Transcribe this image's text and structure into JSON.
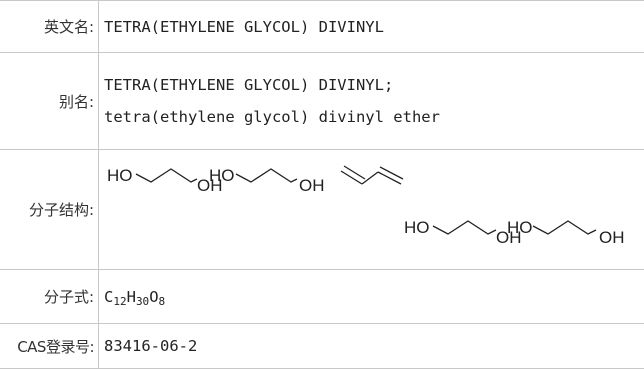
{
  "rows": {
    "english_name": {
      "label": "英文名:",
      "value": "TETRA(ETHYLENE GLYCOL) DIVINYL"
    },
    "synonyms": {
      "label": "别名:",
      "values": [
        "TETRA(ETHYLENE GLYCOL) DIVINYL;",
        "tetra(ethylene glycol) divinyl ether"
      ]
    },
    "structure": {
      "label": "分子结构:",
      "atoms": {
        "ho1": "HO",
        "oh1": "OH",
        "ho2": "HO",
        "oh2": "OH",
        "ho3": "HO",
        "oh3": "OH",
        "ho4": "HO",
        "oh4": "OH"
      }
    },
    "formula": {
      "label": "分子式:",
      "c": "C",
      "c_n": "12",
      "h": "H",
      "h_n": "30",
      "o": "O",
      "o_n": "8"
    },
    "cas": {
      "label": "CAS登录号:",
      "value": "83416-06-2"
    }
  }
}
